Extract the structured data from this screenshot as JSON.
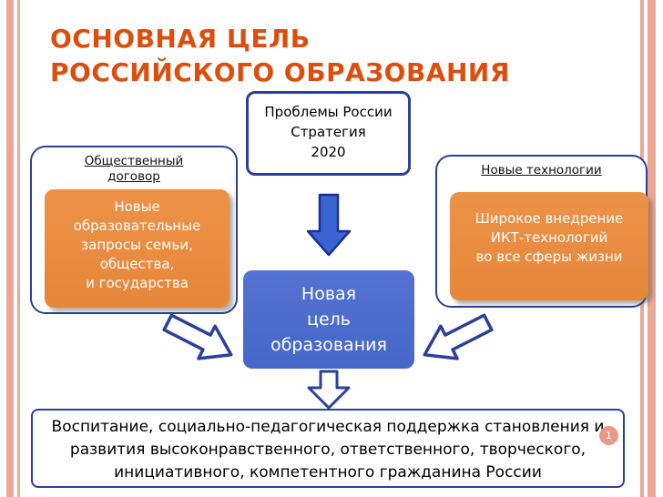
{
  "colors": {
    "title-orange": "#DC4E0E",
    "card-orange": "#E6873B",
    "box-blue": "#4667C8",
    "border-blue": "#2B3F9B",
    "arrow-blue-fill": "#3A63D4",
    "stripe-salmon": "#ECA795",
    "page-circle": "#E8998A"
  },
  "title": {
    "line1": "ОСНОВНАЯ ЦЕЛЬ",
    "line2": "РОССИЙСКОГО ОБРАЗОВАНИЯ"
  },
  "top_box": {
    "lines": [
      "Проблемы России",
      "Стратегия",
      "2020"
    ]
  },
  "left_group": {
    "label_lines": [
      "Общественный",
      "договор"
    ],
    "card_lines": [
      "Новые",
      "образовательные",
      "запросы семьи,",
      "общества,",
      "и государства"
    ]
  },
  "right_group": {
    "label": "Новые технологии",
    "card_lines": [
      "Широкое внедрение",
      "ИКТ-технологий",
      "во все сферы жизни"
    ]
  },
  "center_box": {
    "lines": [
      "Новая",
      "цель",
      "образования"
    ]
  },
  "bottom_box": {
    "lines": [
      "Воспитание, социально-педагогическая поддержка становления и",
      "развития высоконравственного, ответственного, творческого,",
      "инициативного, компетентного гражданина России"
    ]
  },
  "page_number": "1"
}
